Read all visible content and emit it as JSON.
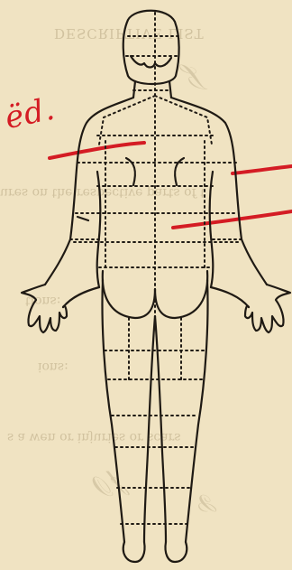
{
  "page": {
    "background": "#f0e3c2",
    "ink_color": "#1f1a14",
    "red_ink_color": "#d41c24",
    "bleed_color": "#c7b894"
  },
  "bleed_through": {
    "heading": "DESCRIPTIVE LIST",
    "line_1": "ures on the respective parts of t",
    "line_2": "ions:",
    "line_3": "s a wen or injuries or scars",
    "line_4": "tions:"
  },
  "handwritten_red": {
    "note": "ёd."
  },
  "figure": {
    "type": "human outline, rear view",
    "icon": "body-back-view-icon"
  }
}
